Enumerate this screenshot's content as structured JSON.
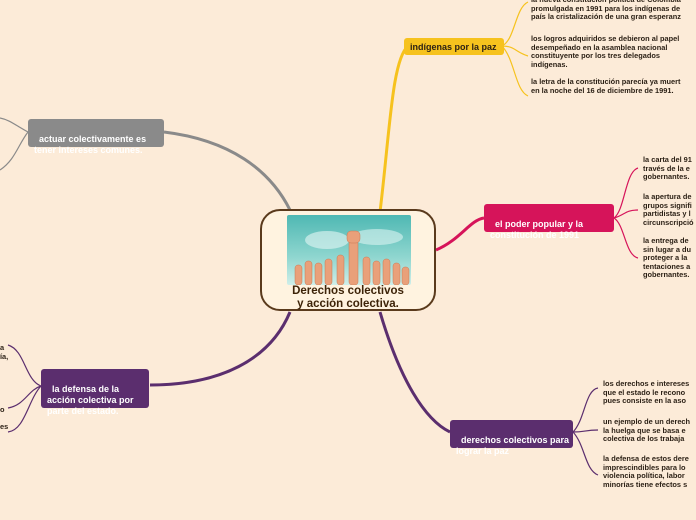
{
  "colors": {
    "background": "#fcebd8",
    "yellow_branch": "#f6c21e",
    "pink_branch": "#d6145a",
    "purple_branch": "#5b2e6e",
    "gray_branch": "#8a8a8a",
    "central_border": "#5a3a1c"
  },
  "central": {
    "title": "Derechos colectivos\ny acción colectiva.",
    "image": "raised-hands-photo"
  },
  "branches": {
    "indigenas": {
      "label": "indígenas por la paz",
      "leaves": [
        "la nueva constitución política de Colombia\npromulgada en 1991 para los indígenas de\npaís la cristalización de una gran esperanz",
        "los logros adquiridos se debieron al papel\ndesempeñado en la asamblea nacional\nconstituyente por los tres delegados\nindígenas.",
        "la letra de la constitución parecía ya muert\nen la noche del 16 de diciembre de 1991."
      ]
    },
    "poder": {
      "label": "el poder popular y la\nconstitución de 1991",
      "leaves": [
        "la carta del 91\ntravés de la e\ngobernantes.",
        "la apertura de\ngrupos signifi\npartidistas y l\ncircunscripció",
        "la entrega de\nsin lugar a du\nproteger a la\ntentaciones a\ngobernantes."
      ]
    },
    "derechos": {
      "label": "derechos colectivos para\nlograr la paz",
      "leaves": [
        "los derechos e intereses\nque el estado le recono\npues consiste en la aso",
        "un ejemplo de un derech\nla huelga que se basa e\ncolectiva de los trabaja",
        "la defensa de estos dere\nimprescindibles para lo\nviolencia política, labor\nminorías tiene efectos s"
      ]
    },
    "actuar": {
      "label": "actuar colectivamente es\ntener intereses comunes."
    },
    "defensa": {
      "label": "la defensa de la\nacción colectiva por\nparte del estado.",
      "leaves": [
        "a\nía,",
        "o",
        "es"
      ]
    }
  }
}
